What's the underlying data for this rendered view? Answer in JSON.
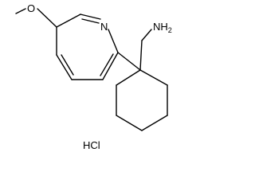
{
  "molecule": {
    "atoms": {
      "oxygen": "O",
      "nitrogen": "N",
      "amine": "NH",
      "amine_sub": "2"
    },
    "salt": "HCl"
  },
  "colors": {
    "bond": "#000000",
    "text": "#000000",
    "background": "#ffffff"
  }
}
